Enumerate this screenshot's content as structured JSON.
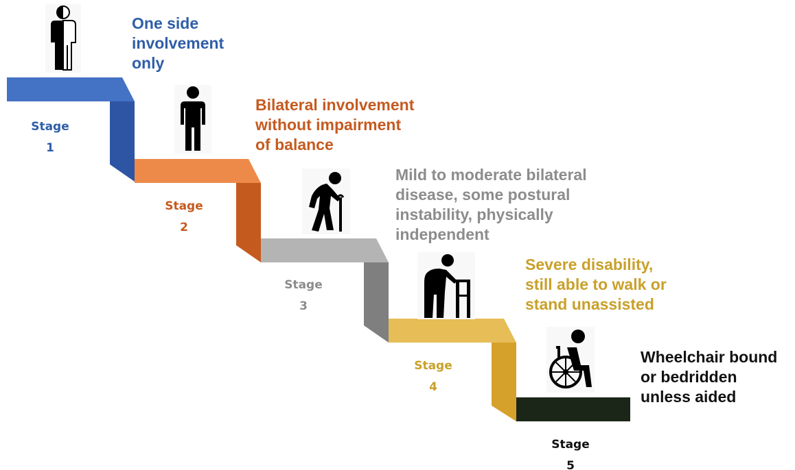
{
  "colors": {
    "stage1": "#2f5ea8",
    "stage2": "#c55a1f",
    "stage3": "#8c8c8c",
    "stage4": "#c9a02a",
    "stage5": "#111111"
  },
  "stages": [
    {
      "label": "Stage\n1",
      "description": "One side\ninvolvement\nonly",
      "icon": "half-shaded-person-icon"
    },
    {
      "label": "Stage\n2",
      "description": "Bilateral involvement\nwithout impairment\nof balance",
      "icon": "standing-person-icon"
    },
    {
      "label": "Stage\n3",
      "description": "Mild to moderate bilateral\ndisease, some postural\ninstability, physically\nindependent",
      "icon": "person-with-cane-icon"
    },
    {
      "label": "Stage\n4",
      "description": "Severe disability,\nstill able to walk or\nstand unassisted",
      "icon": "person-with-walker-icon"
    },
    {
      "label": "Stage\n5",
      "description": "Wheelchair bound\nor bedridden\nunless aided",
      "icon": "wheelchair-icon"
    }
  ]
}
